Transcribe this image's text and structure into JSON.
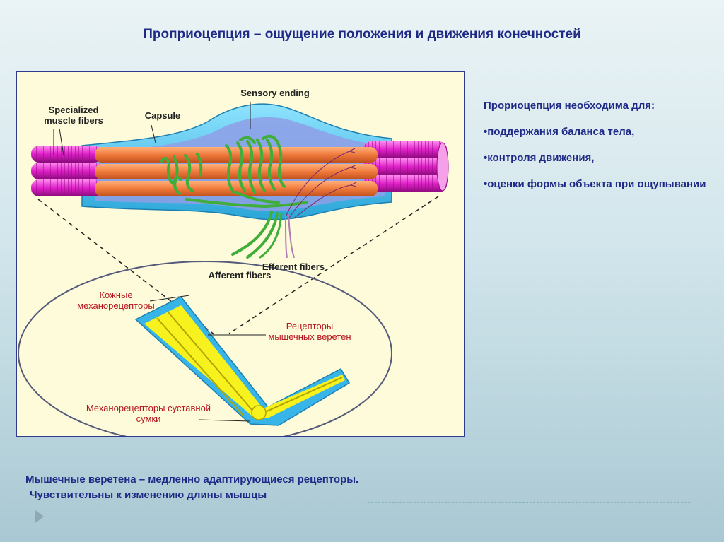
{
  "slide": {
    "title": "Проприоцепция – ощущение положения и движения конечностей"
  },
  "diagram": {
    "labels": {
      "specialized_muscle_fibers": "Specialized muscle fibers",
      "capsule": "Capsule",
      "sensory_ending": "Sensory ending",
      "afferent_fibers": "Afferent fibers",
      "efferent_fibers": "Efferent fibers",
      "skin_mechanoreceptors": "Кожные механорецепторы",
      "muscle_spindle_receptors": "Рецепторы мышечных веретен",
      "joint_capsule_mechanoreceptors": "Механорецепторы суставной сумки"
    }
  },
  "side_panel": {
    "heading": "Прориоцепция необходима для:",
    "items": [
      "•поддержания баланса тела,",
      "•контроля движения,",
      "•оценки формы объекта при ощупывании"
    ]
  },
  "footer": {
    "line1": "Мышечные веретена – медленно адаптирующиеся рецепторы.",
    "line2": "Чувствительны к изменению длины мышцы"
  },
  "colors": {
    "title": "#1f2a87",
    "muscle_fiber": "#e020c8",
    "intrafusal": "#f07a3c",
    "capsule": "#35bde6",
    "sensory_ending": "#3fae3a",
    "red_label": "#b5141c",
    "figure_bg": "#fdfbd9",
    "arm_yellow": "#f7f21e"
  }
}
